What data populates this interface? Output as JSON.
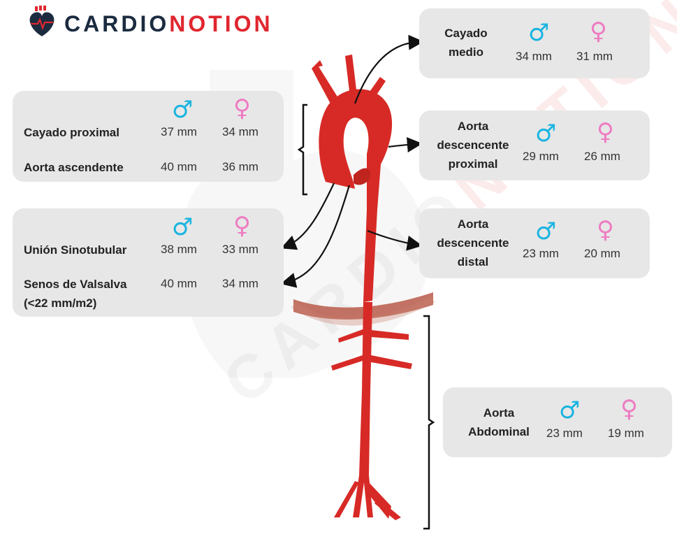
{
  "brand": {
    "part1": "CARDIO",
    "part2": "NOTION"
  },
  "watermark": {
    "part1": "CARDIO",
    "part2": "NOTION"
  },
  "colors": {
    "male": "#19b4e0",
    "female": "#ee7cc2",
    "aorta": "#d72a26",
    "brand_dark": "#1b2b40",
    "brand_red": "#e0262e"
  },
  "symbols": {
    "male": "♂",
    "female": "♀"
  },
  "boxes": {
    "cayado_medio": {
      "label": "Cayado medio",
      "male": "34 mm",
      "female": "31 mm"
    },
    "proximal": {
      "rows": [
        {
          "label": "Cayado proximal",
          "male": "37 mm",
          "female": "34 mm"
        },
        {
          "label": "Aorta ascendente",
          "male": "40 mm",
          "female": "36 mm"
        }
      ]
    },
    "desc_proximal": {
      "label": "Aorta descencente proximal",
      "male": "29 mm",
      "female": "26 mm"
    },
    "sinotubular": {
      "rows": [
        {
          "label": "Unión Sinotubular",
          "male": "38 mm",
          "female": "33 mm"
        },
        {
          "label": "Senos de Valsalva",
          "label2": "(<22 mm/m2)",
          "male": "40 mm",
          "female": "34 mm"
        }
      ]
    },
    "desc_distal": {
      "label": "Aorta descencente distal",
      "male": "23 mm",
      "female": "20 mm"
    },
    "abdominal": {
      "label": "Aorta Abdominal",
      "male": "23 mm",
      "female": "19 mm"
    }
  }
}
